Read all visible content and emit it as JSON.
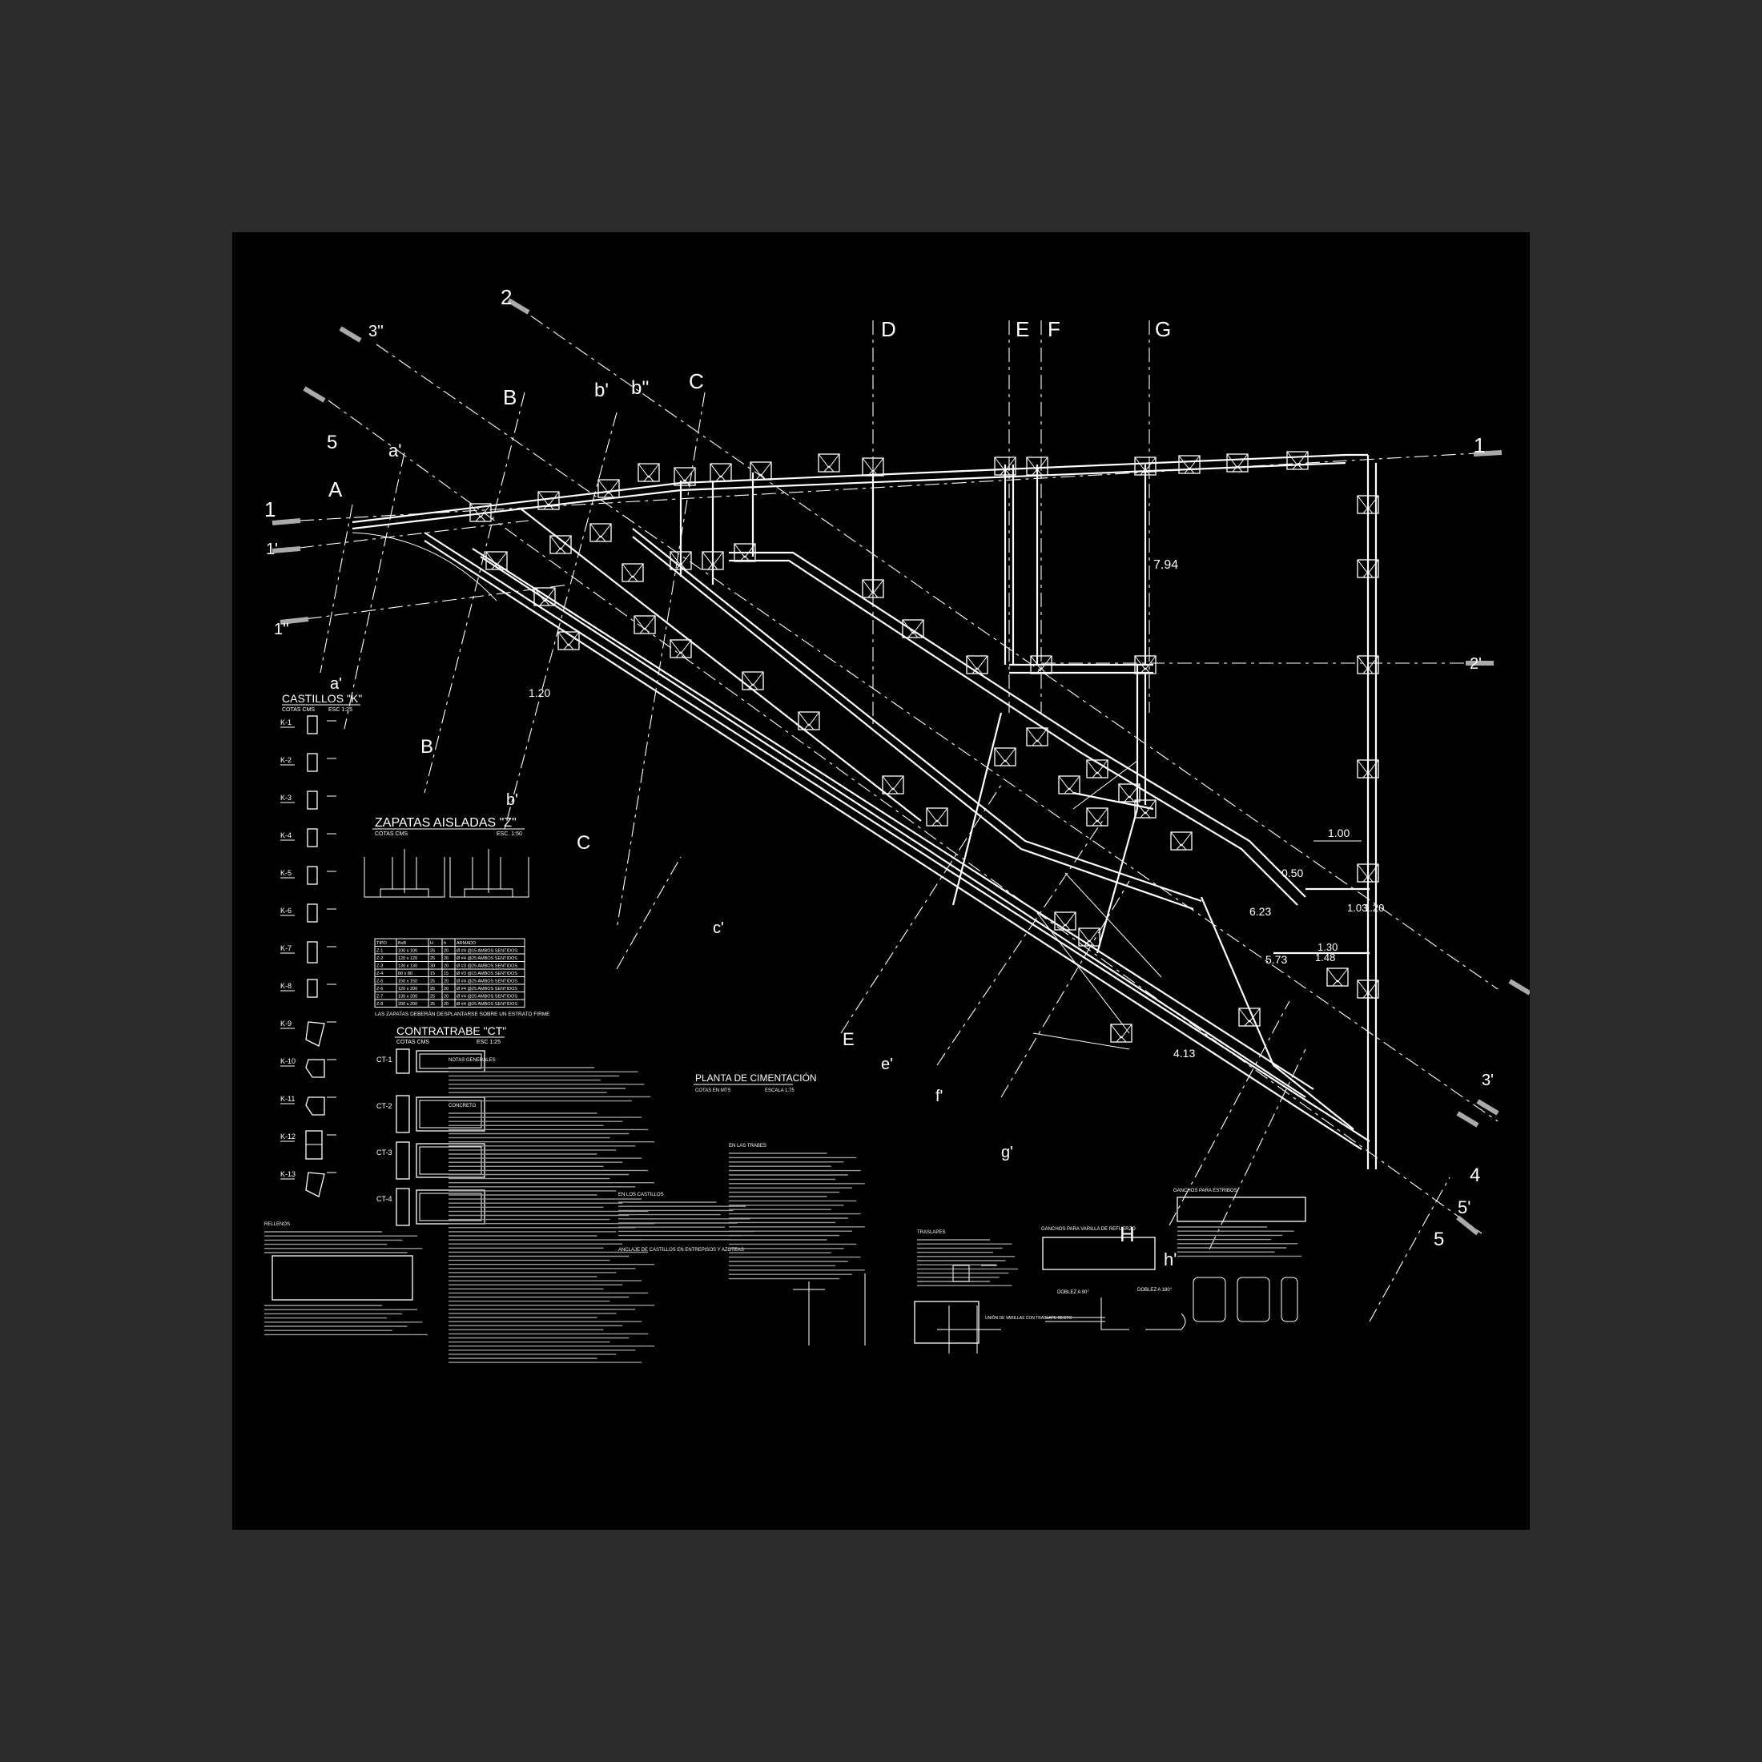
{
  "axes": {
    "letters": [
      "A",
      "a'",
      "B",
      "b'",
      "b''",
      "C",
      "D",
      "E",
      "F",
      "G",
      "H",
      "h'"
    ],
    "lower_letters": [
      "a'",
      "B",
      "b'",
      "C",
      "c'",
      "E",
      "e'",
      "f'",
      "g'"
    ],
    "numbers": [
      "1",
      "1'",
      "1''",
      "2",
      "2'",
      "3''",
      "3'",
      "4",
      "5",
      "5'",
      "5"
    ]
  },
  "dims": {
    "d794": "7.94",
    "d120": "1.20",
    "d100": "1.00",
    "d050": "0.50",
    "d623": "6.23",
    "d573": "5.73",
    "d413": "4.13",
    "d130": "1.30",
    "d148": "1.48",
    "d103": "1.03",
    "d120b": "1.20"
  },
  "castillos": {
    "title": "CASTILLOS \"K\"",
    "units": "COTAS CMS",
    "scale": "ESC 1:25",
    "items": [
      "K-1",
      "K-2",
      "K-3",
      "K-4",
      "K-5",
      "K-6",
      "K-7",
      "K-8",
      "K-9",
      "K-10",
      "K-11",
      "K-12",
      "K-13"
    ]
  },
  "zapatas": {
    "title": "ZAPATAS AISLADAS \"Z\"",
    "units": "COTAS CMS",
    "scale": "ESC. 1:50",
    "headers": [
      "TIPO",
      "BxB",
      "H",
      "h",
      "ARMADO"
    ],
    "rows": [
      [
        "Z-1",
        "100 x 100",
        "25",
        "20",
        "Ø #4 @15 AMBOS SENTIDOS"
      ],
      [
        "Z-2",
        "120 x 120",
        "25",
        "20",
        "Ø #4 @25 AMBOS SENTIDOS"
      ],
      [
        "Z-3",
        "130 x 130",
        "30",
        "20",
        "Ø #3 @25 AMBOS SENTIDOS"
      ],
      [
        "Z-4",
        "80 x 80",
        "15",
        "15",
        "Ø #3 @15 AMBOS SENTIDOS"
      ],
      [
        "Z-5",
        "150 x 150",
        "25",
        "20",
        "Ø #4 @25 AMBOS SENTIDOS"
      ],
      [
        "Z-6",
        "120 x 200",
        "25",
        "20",
        "Ø #4 @25 AMBOS SENTIDOS"
      ],
      [
        "Z-7",
        "130 x 200",
        "25",
        "20",
        "Ø #4 @25 AMBOS SENTIDOS"
      ],
      [
        "Z-8",
        "200 x 200",
        "25",
        "20",
        "Ø #4 @25 AMBOS SENTIDOS"
      ]
    ],
    "note": "LAS ZAPATAS DEBERÁN DESPLANTARSE SOBRE UN ESTRATO FIRME"
  },
  "contratrabe": {
    "title": "CONTRATRABE \"CT\"",
    "units": "COTAS CMS",
    "scale": "ESC 1:25",
    "items": [
      "CT-1",
      "CT-2",
      "CT-3",
      "CT-4"
    ]
  },
  "plan": {
    "title": "PLANTA DE CIMENTACIÓN",
    "units": "COTAS EN MTS",
    "scale": "ESCALA 1:75"
  },
  "notes": {
    "generales": "NOTAS GENERALES",
    "concreto": "CONCRETO",
    "rellenos": "RELLENOS",
    "castillos": "EN LOS CASTILLOS",
    "trabes": "EN LAS TRABES",
    "anclaje": "ANCLAJE DE CASTILLOS EN ENTREPISOS Y AZOTEAS",
    "traslapes": "TRASLAPES",
    "ganchos_ref": "GANCHOS PARA VARILLA DE REFUERZO",
    "ganchos_est": "GANCHOS PARA ESTRIBOS",
    "doblez90": "DOBLEZ A 90°",
    "doblez180": "DOBLEZ A 180°",
    "union": "UNIÓN DE VARILLAS CON TRASLAPE RECTO"
  }
}
